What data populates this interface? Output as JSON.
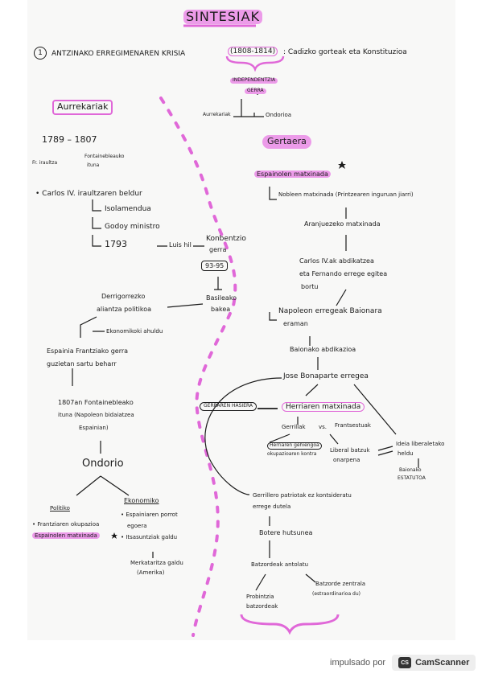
{
  "title": "SINTESIAK",
  "heading": {
    "number": "1",
    "text": "ANTZINAKO ERREGIMENAREN KRISIA",
    "dates": "(1808-1814)",
    "subtitle": ": Cadizko gorteak eta Konstituzioa"
  },
  "war": {
    "name_line1": "INDEPENDENTZIA",
    "name_line2": "GERRA",
    "left": "Aurrekariak",
    "right": "Ondorioa"
  },
  "left": {
    "section": "Aurrekariak",
    "dates": "1789 – 1807",
    "fr_revolution": "Fr. iraultza",
    "fontainebleau_1": "Fontainebleauko",
    "fontainebleau_2": "itunа",
    "carlos": "• Carlos IV. iraultzaren beldur",
    "isolation": "Isolamendua",
    "godoy": "Godoy ministro",
    "y1793": "1793",
    "luis": "Luis hil",
    "konbentzio_1": "Konbentzio",
    "konbentzio_2": "gerra",
    "range": "93-95",
    "basileako_1": "Basileako",
    "basileako_2": "bakea",
    "derrigorrezko_1": "Derrigorrezko",
    "derrigorrezko_2": "aliantza politikoa",
    "ekonomikoki": "Ekonomikoki ahuldu",
    "espainia_1": "Espainia Frantziako gerra",
    "espainia_2": "guzietan sartu beharr",
    "fontaine_1807_1": "1807an Fontainebleako",
    "fontaine_1807_2": "ituna (Napoleon bidaiatzea",
    "fontaine_1807_3": "Espainian)",
    "ondorio": "Ondorio",
    "politiko": "Politiko",
    "ekonomiko": "Ekonomiko",
    "pol_1": "• Frantziaren okupazioa",
    "pol_2": "Espainolen matxinada",
    "eko_1": "• Espainiaren porrot",
    "eko_2": "egoera",
    "eko_3": "• Itsasuntziak galdu",
    "eko_4": "Merkataritza galdu",
    "eko_5": "(Amerika)"
  },
  "right": {
    "section": "Gertaera",
    "matxinada": "Espainolen matxinada",
    "nobleen": "Nobleen matxinada (Printzearen inguruan jiarri)",
    "aranjuez": "Aranjuezeko matxinada",
    "carlos_1": "Carlos IV.ak abdikatzea",
    "carlos_2": "eta Fernando errege egitea",
    "carlos_3": "bortu",
    "napoleon_1": "Napoleon erregeak Baionara",
    "napoleon_2": "eraman",
    "baionako": "Baionako abdikazioa",
    "jose": "Jose Bonaparte erregea",
    "gerraren": "GERRAREN HASIERA",
    "herria": "Herriaren matxinada",
    "gerrillak": "Gerrillak",
    "vs": "vs.",
    "frantsesak": "Frantsestuak",
    "herriaren_1": "Herriaren gehiengoa",
    "herriaren_2": "okupazioaren kontra",
    "liberal_1": "Liberal batzuk",
    "liberal_2": "onarpena",
    "ideia_1": "Ideia liberaletako",
    "ideia_2": "heldu",
    "baionako_est_1": "Baionako",
    "baionako_est_2": "ESTATUTOA",
    "gerrillero_1": "Gerrillero patriotak ez kontsideratu",
    "gerrillero_2": "errege dutela",
    "botere": "Botere hutsunea",
    "batzordeak": "Batzordeak antolatu",
    "probintzia_1": "Probintzia",
    "probintzia_2": "batzordeak",
    "batzorde_1": "Batzorde zentrala",
    "batzorde_2": "(estraordinarioa du)"
  },
  "footer": {
    "label": "impulsado por",
    "logo": "CS",
    "brand": "CamScanner"
  }
}
